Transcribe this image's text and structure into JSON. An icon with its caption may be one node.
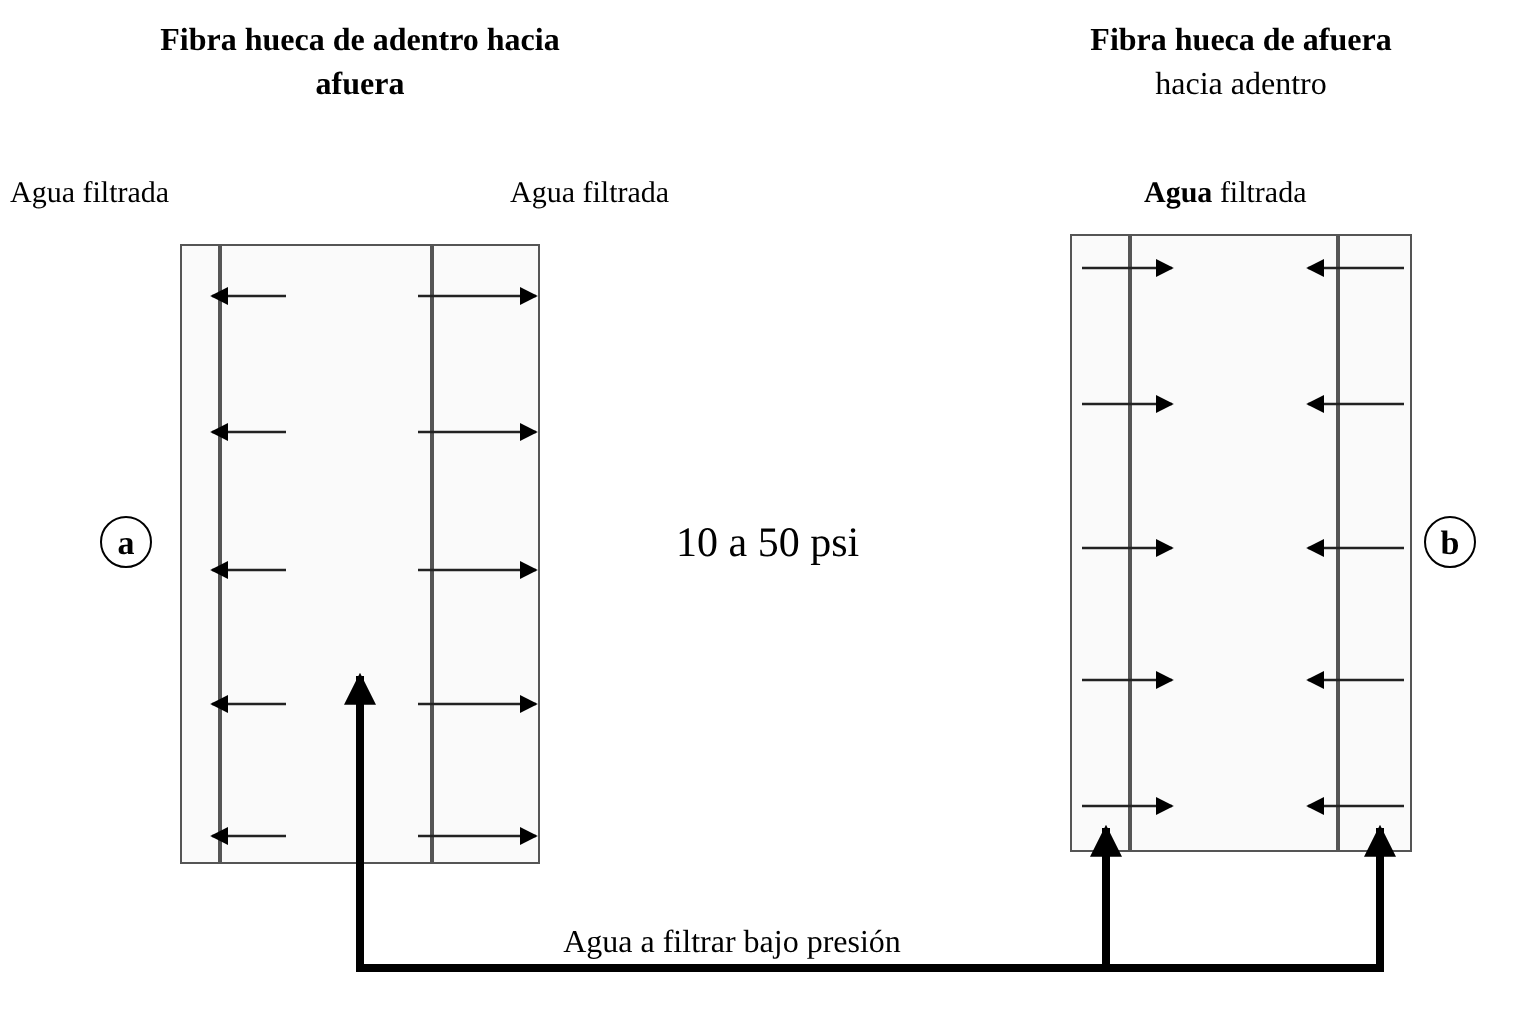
{
  "diagram": {
    "nodes": [
      {
        "text": [
          "Fibra hueca de adentro hacia afuera"
        ],
        "beside": [
          "Agua filtrada",
          "Agua filtrada",
          "a"
        ]
      },
      {
        "text": [
          "**Fibra hueca de afuera** hacia adentro"
        ],
        "beside": [
          "**Agua** filtrada",
          "b"
        ]
      }
    ],
    "edges": [
      {
        "from": null,
        "to": 0,
        "arrow": "to",
        "label": "Agua a filtrar bajo presión"
      },
      {
        "from": null,
        "to": 1,
        "arrow": "to"
      },
      {
        "from": null,
        "to": 1,
        "arrow": "to"
      }
    ],
    "labels": [
      "10 a 50 psi"
    ]
  }
}
